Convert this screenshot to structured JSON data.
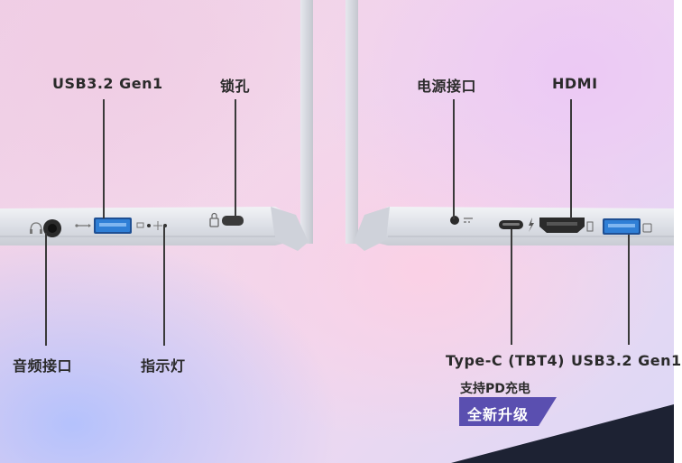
{
  "labels": {
    "usb_left": "USB3.2 Gen1",
    "lock": "锁孔",
    "audio": "音频接口",
    "indicator": "指示灯",
    "power": "电源接口",
    "hdmi": "HDMI",
    "typec": "Type-C (TBT4)",
    "typec_note": "支持PD充电",
    "upgrade_badge": "全新升级",
    "usb_right": "USB3.2 Gen1"
  },
  "colors": {
    "chassis": "#d9dce3",
    "port_blue": "#2f7fd6",
    "badge": "#5a4fb0",
    "leader": "#3a3a3a",
    "dark_corner": "#1d2233"
  },
  "icons": [
    "headphone-icon",
    "usb-symbol-icon",
    "battery-icon",
    "power-led-icon",
    "lock-icon",
    "dc-power-icon",
    "thunderbolt-icon",
    "hdmi-logo-icon"
  ]
}
